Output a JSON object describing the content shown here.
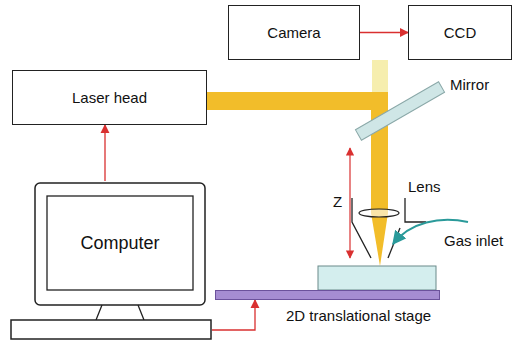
{
  "diagram": {
    "nodes": [
      {
        "text": [
          "Camera"
        ]
      },
      {
        "text": [
          "CCD"
        ]
      },
      {
        "text": [
          "Laser head"
        ]
      },
      {
        "text": [
          "Computer"
        ]
      },
      {
        "text": [
          "2D translational stage"
        ]
      }
    ],
    "edges": [
      {
        "from": 0,
        "to": 1,
        "arrow": "to"
      },
      {
        "from": 3,
        "to": 2,
        "arrow": "to"
      },
      {
        "from": 3,
        "to": 4,
        "arrow": "to"
      }
    ],
    "labels": [
      "Mirror",
      "Z",
      "Lens",
      "Gas inlet"
    ]
  }
}
